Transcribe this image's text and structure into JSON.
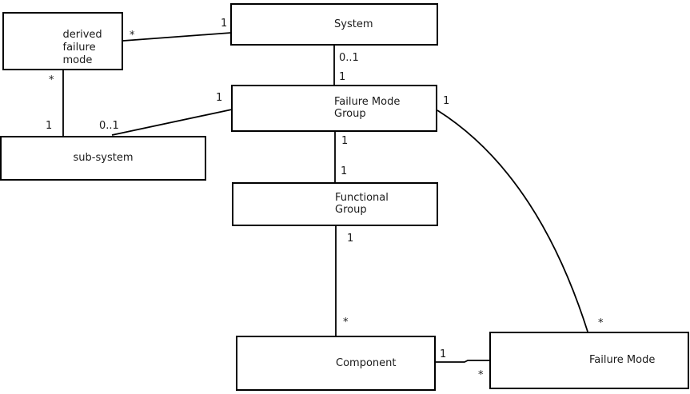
{
  "diagram": {
    "type": "uml-class-association-diagram",
    "nodes": {
      "derived_failure_mode": {
        "label": "derived\nfailure\nmode"
      },
      "system": {
        "label": "System"
      },
      "failure_mode_group": {
        "label": "Failure Mode\nGroup"
      },
      "sub_system": {
        "label": "sub-system"
      },
      "functional_group": {
        "label": "Functional\nGroup"
      },
      "component": {
        "label": "Component"
      },
      "failure_mode": {
        "label": "Failure Mode"
      }
    },
    "edges": {
      "dfm_system": {
        "source": "derived failure mode",
        "target": "System",
        "source_label": "*",
        "target_label": "1"
      },
      "dfm_subsystem": {
        "source": "derived failure mode",
        "target": "sub-system",
        "source_label": "*",
        "target_label": "1"
      },
      "subsystem_fmg": {
        "source": "sub-system",
        "target": "Failure Mode Group",
        "source_label": "0..1",
        "target_label": "1"
      },
      "system_fmg": {
        "source": "System",
        "target": "Failure Mode Group",
        "source_label": "0..1",
        "target_label": "1"
      },
      "fmg_fg": {
        "source": "Failure Mode Group",
        "target": "Functional Group",
        "source_label": "1",
        "target_label": "1"
      },
      "fg_component": {
        "source": "Functional Group",
        "target": "Component",
        "source_label": "1",
        "target_label": "*"
      },
      "component_fm": {
        "source": "Component",
        "target": "Failure Mode",
        "source_label": "1",
        "target_label": "*"
      },
      "fmg_fm": {
        "source": "Failure Mode Group",
        "target": "Failure Mode",
        "source_label": "1",
        "target_label": "*"
      }
    },
    "colors": {
      "line": "#000000",
      "text": "#1a1a1a",
      "canvas": "#ffffff",
      "box_fill": "#ffffff"
    }
  }
}
